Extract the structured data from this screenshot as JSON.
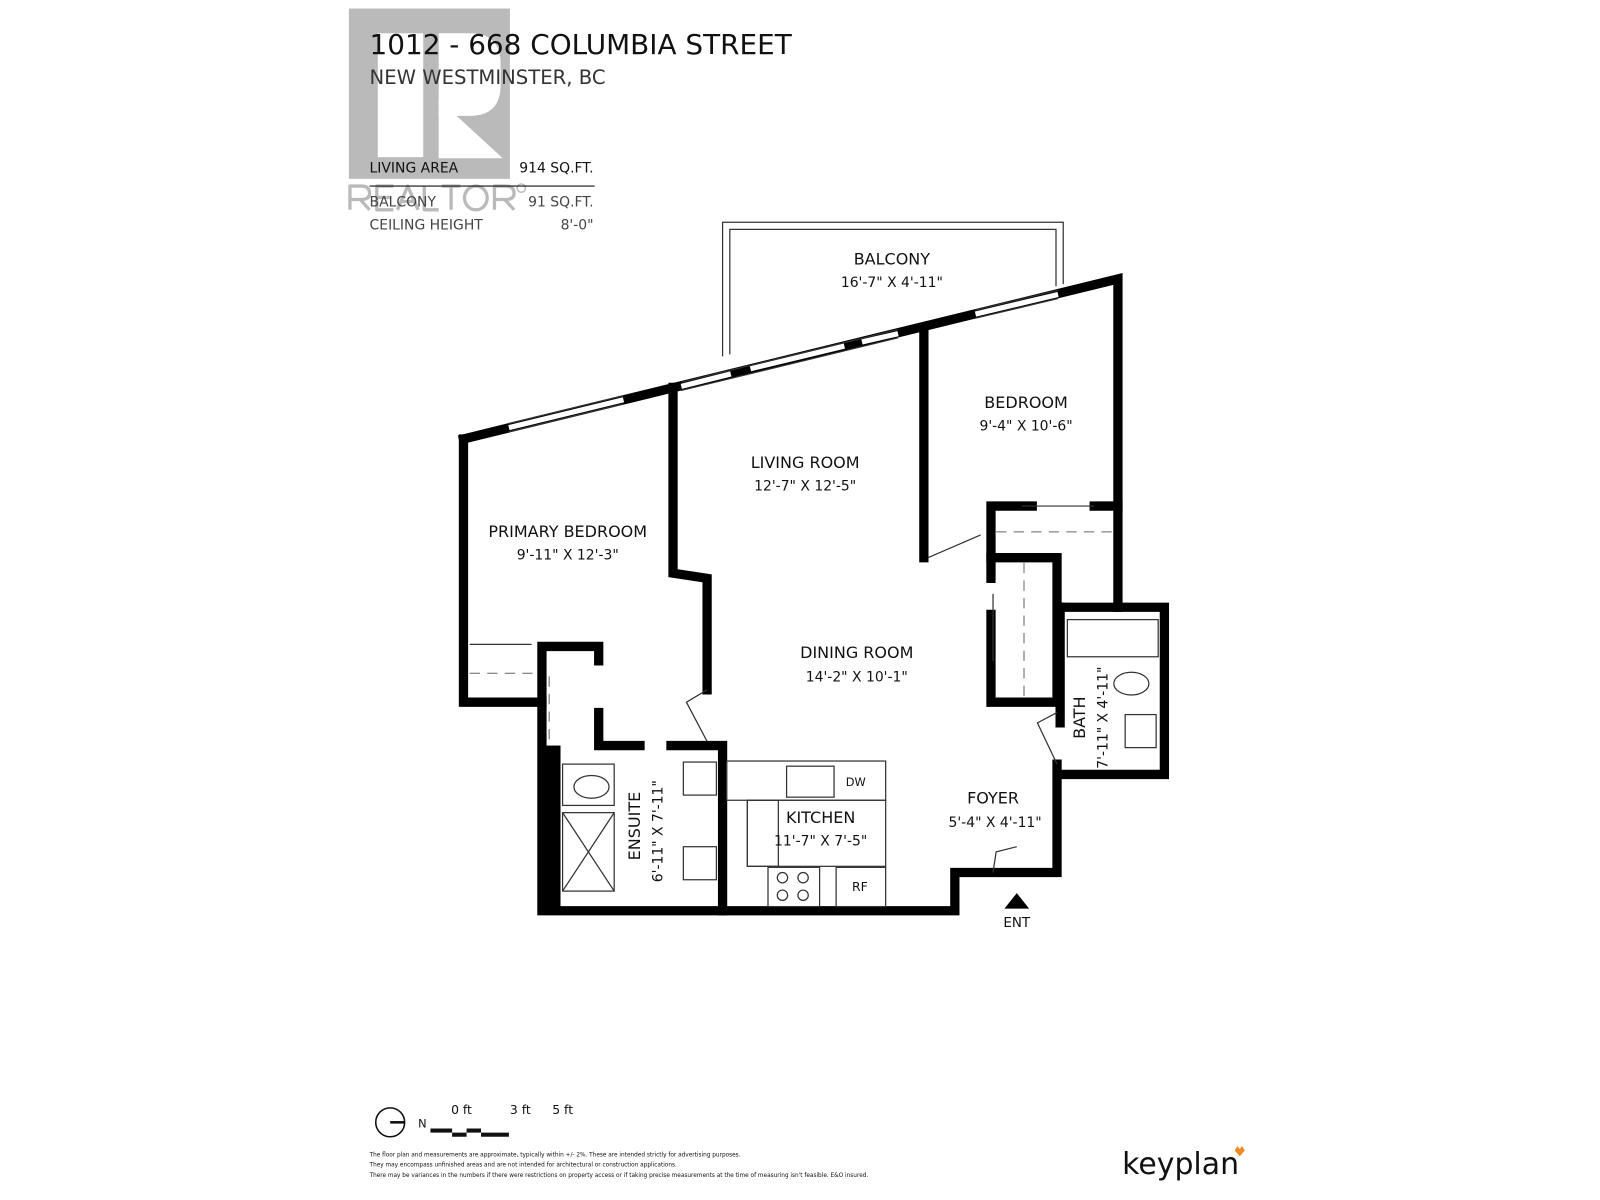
{
  "header": {
    "address": "1012 - 668 COLUMBIA STREET",
    "city": "NEW WESTMINSTER, BC",
    "watermark": "REALTOR®"
  },
  "stats": [
    {
      "label": "LIVING AREA",
      "value": "914 SQ.FT."
    },
    {
      "label": "BALCONY",
      "value": "91 SQ.FT."
    },
    {
      "label": "CEILING HEIGHT",
      "value": "8'-0\""
    }
  ],
  "rooms": {
    "balcony": {
      "name": "BALCONY",
      "dims": "16'-7\"  X  4'-11\""
    },
    "bedroom": {
      "name": "BEDROOM",
      "dims": "9'-4\"  X  10'-6\""
    },
    "living": {
      "name": "LIVING ROOM",
      "dims": "12'-7\"  X  12'-5\""
    },
    "primary": {
      "name": "PRIMARY BEDROOM",
      "dims": "9'-11\"  X  12'-3\""
    },
    "dining": {
      "name": "DINING ROOM",
      "dims": "14'-2\"  X  10'-1\""
    },
    "foyer": {
      "name": "FOYER",
      "dims": "5'-4\" X 4'-11\""
    },
    "kitchen": {
      "name": "KITCHEN",
      "dims": "11'-7\"  X  7'-5\""
    },
    "ensuite": {
      "name": "ENSUITE",
      "dims": "6'-11\" X 7'-11\""
    },
    "bath": {
      "name": "BATH",
      "dims": "7'-11\" X 4'-11\""
    }
  },
  "fixtures": {
    "dw": "DW",
    "rf": "RF",
    "entrance": "ENT"
  },
  "legend": {
    "north": "N",
    "scale": [
      "0 ft",
      "3 ft",
      "5 ft"
    ]
  },
  "disclaimer": [
    "The floor plan and measurements are approximate, typically within +/- 2%. These are intended strictly for advertising purposes.",
    "They may encompass unfinished areas and are not intended for architectural or construction applications.",
    "There may be variances in the numbers if there were restrictions on property access or if taking precise measurements at the time of measuring isn't feasible. E&O insured."
  ],
  "brand": "keyplan",
  "colors": {
    "wall": "#000000",
    "watermark": "#b3b3b3",
    "brand_accent": "#f08a24"
  }
}
